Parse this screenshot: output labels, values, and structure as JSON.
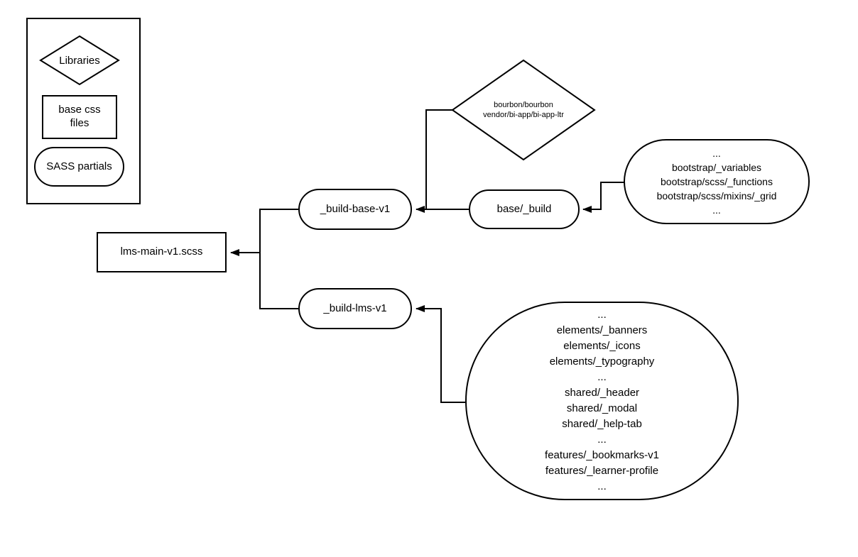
{
  "canvas": {
    "background": "#ffffff",
    "stroke_color": "#000000",
    "fill_color": "#ffffff"
  },
  "legend": {
    "libraries_label": "Libraries",
    "base_css_label": "base css\nfiles",
    "sass_partials_label": "SASS partials"
  },
  "nodes": {
    "bourbon_diamond": {
      "label": "bourbon/bourbon\nvendor/bi-app/bi-app-ltr"
    },
    "build_base": {
      "label": "_build-base-v1"
    },
    "base_build": {
      "label": "base/_build"
    },
    "bootstrap_list": {
      "label": "...\nbootstrap/_variables\nbootstrap/scss/_functions\nbootstrap/scss/mixins/_grid\n..."
    },
    "lms_main": {
      "label": "lms-main-v1.scss"
    },
    "build_lms": {
      "label": "_build-lms-v1"
    },
    "lms_partials": {
      "label": "...\nelements/_banners\nelements/_icons\nelements/_typography\n...\nshared/_header\nshared/_modal\nshared/_help-tab\n...\nfeatures/_bookmarks-v1\nfeatures/_learner-profile\n..."
    }
  }
}
